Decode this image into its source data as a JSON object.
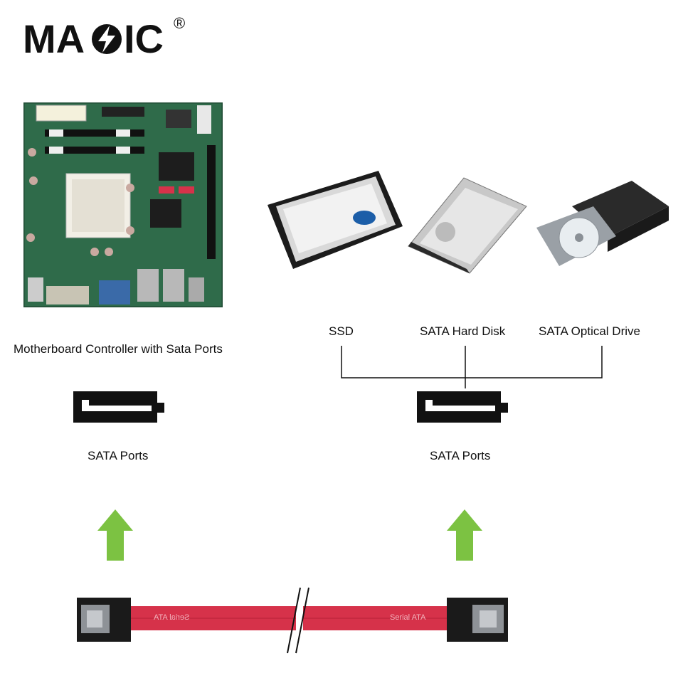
{
  "brand": {
    "logo_text": "MAGIC",
    "registered_mark": "®"
  },
  "left_section": {
    "motherboard_caption": "Motherboard Controller with Sata Ports",
    "port_caption": "SATA Ports"
  },
  "right_section": {
    "devices": [
      {
        "label": "SSD"
      },
      {
        "label": "SATA Hard Disk"
      },
      {
        "label": "SATA Optical Drive"
      }
    ],
    "port_caption": "SATA Ports"
  },
  "cable": {
    "left_print": "Serial  ATA",
    "right_print": "Serial  ATA"
  },
  "colors": {
    "arrow_green": "#7cc242",
    "cable_red": "#d6324a",
    "pcb_green": "#2f6b4a"
  }
}
